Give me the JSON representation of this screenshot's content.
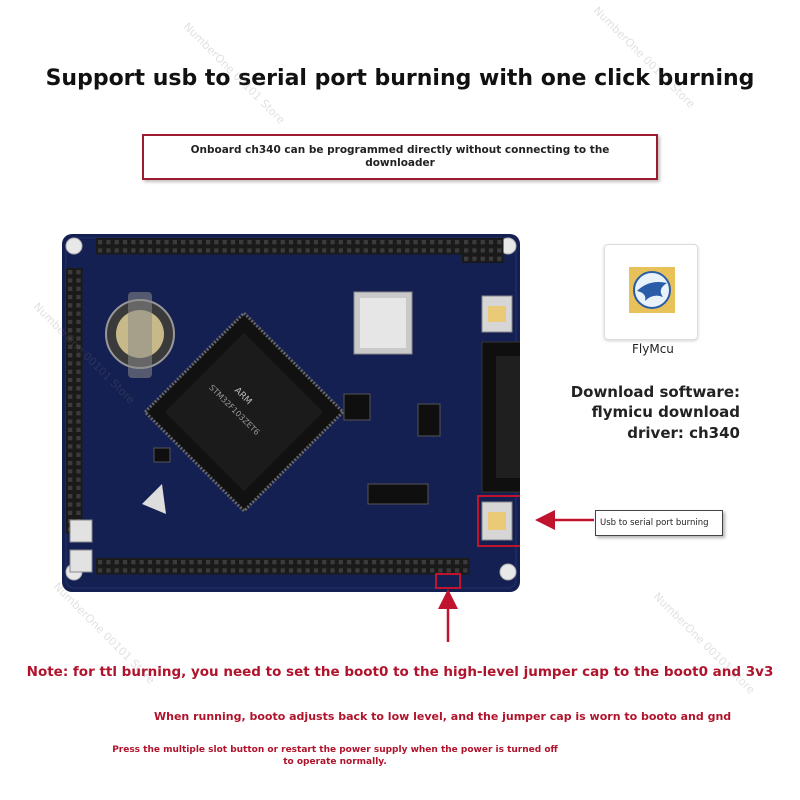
{
  "title": "Support usb to serial port burning with one click burning",
  "callout": "Onboard ch340 can be programmed directly without connecting to the downloader",
  "software": {
    "label": "FlyMcu",
    "line1": "Download software:",
    "line2": "flymicu download",
    "line3": "driver: ch340"
  },
  "usb_label": "Usb to serial port burning",
  "notes": {
    "ttl": "Note: for ttl burning, you need to set the boot0 to the high-level jumper cap to the boot0 and 3v3",
    "running": "When running, booto adjusts back to low level, and the jumper cap is worn to booto and gnd",
    "restart": "Press the multiple slot button or restart the power supply when the power is turned off to operate normally."
  },
  "board_text": {
    "mcu": "STM32F103ZET6",
    "arm": "ARM"
  },
  "watermark": "NumberOne 00101 Store",
  "colors": {
    "accent": "#b0132b",
    "board": "#152052",
    "pins": "#1a1a1a",
    "pad": "#d9c27a"
  }
}
